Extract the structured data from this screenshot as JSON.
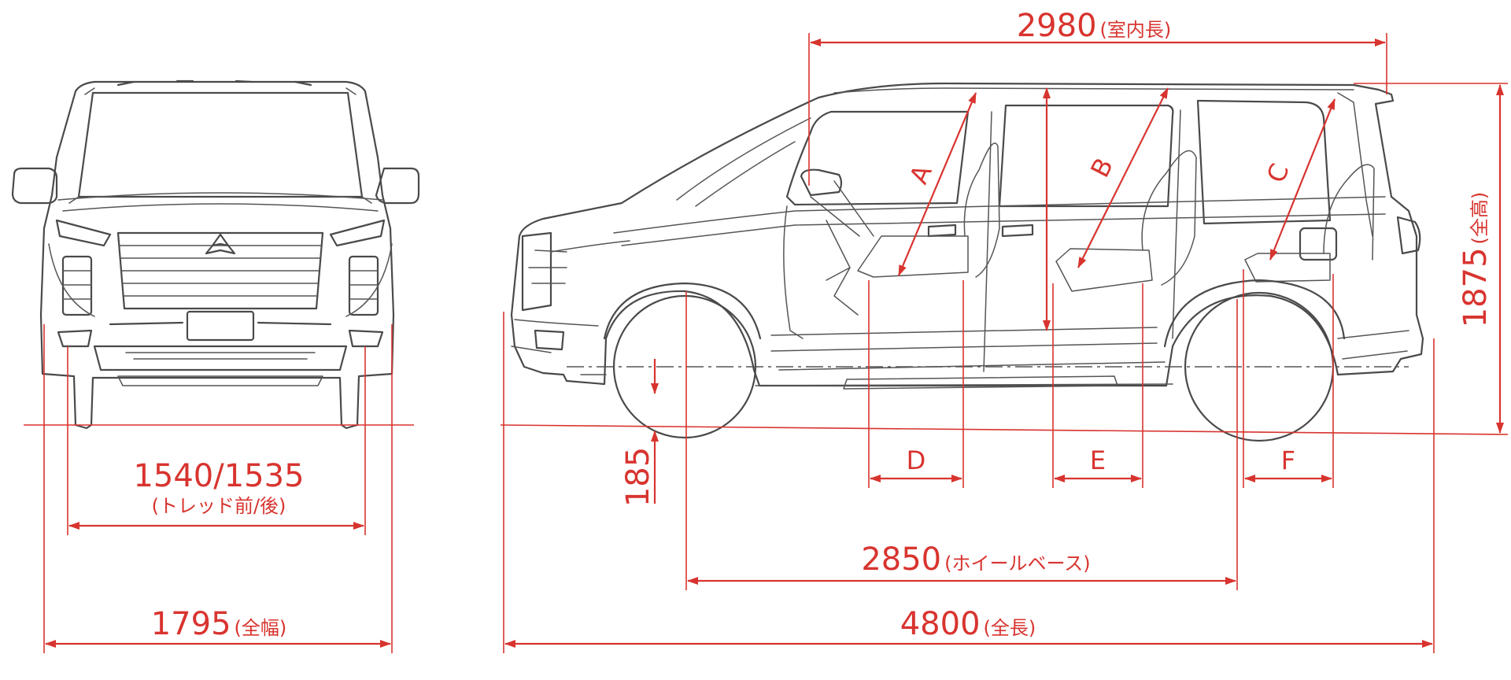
{
  "dimensions": {
    "interior_length": {
      "value": "2980",
      "note": "(室内長)"
    },
    "overall_height": {
      "value": "1875",
      "note": "(全高)"
    },
    "tread": {
      "value": "1540/1535",
      "note": "(トレッド前/後)"
    },
    "overall_width": {
      "value": "1795",
      "note": "(全幅)"
    },
    "ground_clearance": {
      "value": "185"
    },
    "wheelbase": {
      "value": "2850",
      "note": "(ホイールベース)"
    },
    "overall_length": {
      "value": "4800",
      "note": "(全長)"
    }
  },
  "interior_labels": {
    "a": "A",
    "b": "B",
    "c": "C",
    "d": "D",
    "e": "E",
    "f": "F"
  },
  "colors": {
    "dimension_red": "#d8342f",
    "line_gray": "#4a4a4a"
  }
}
